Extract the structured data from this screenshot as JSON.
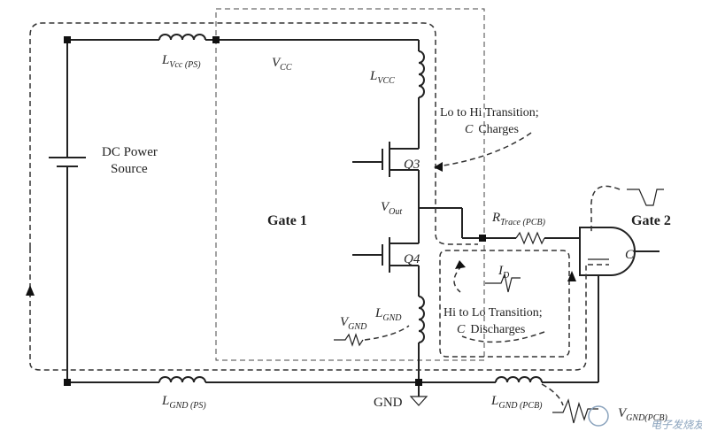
{
  "labels": {
    "l_vcc_ps": "L",
    "l_vcc_ps_sub": "Vcc (PS)",
    "vcc": "V",
    "vcc_sub": "CC",
    "l_vcc": "L",
    "l_vcc_sub": "VCC",
    "dc_power_line1": "DC Power",
    "dc_power_line2": "Source",
    "gate1": "Gate 1",
    "gate2": "Gate 2",
    "q3": "Q3",
    "q4": "Q4",
    "vout": "V",
    "vout_sub": "Out",
    "r_trace": "R",
    "r_trace_sub": "Trace (PCB)",
    "c_gate": "C",
    "id": "I",
    "id_sub": "D",
    "v_gnd": "V",
    "v_gnd_sub": "GND",
    "l_gnd": "L",
    "l_gnd_sub": "GND",
    "l_gnd_ps": "L",
    "l_gnd_ps_sub": "GND (PS)",
    "gnd": "GND",
    "l_gnd_pcb": "L",
    "l_gnd_pcb_sub": "GND (PCB)",
    "v_gnd_pcb": "V",
    "v_gnd_pcb_sub": "GND(PCB)"
  },
  "annotations": {
    "lo_hi_line1": "Lo to Hi Transition;",
    "lo_hi_line2_c": "C",
    "lo_hi_line2": "Charges",
    "hi_lo_line1": "Hi to Lo Transition;",
    "hi_lo_line2_c": "C",
    "hi_lo_line2": "Discharges"
  },
  "watermark": {
    "text": "电子发烧友"
  },
  "colors": {
    "ink": "#222222",
    "watermark": "#8aa3bd"
  }
}
